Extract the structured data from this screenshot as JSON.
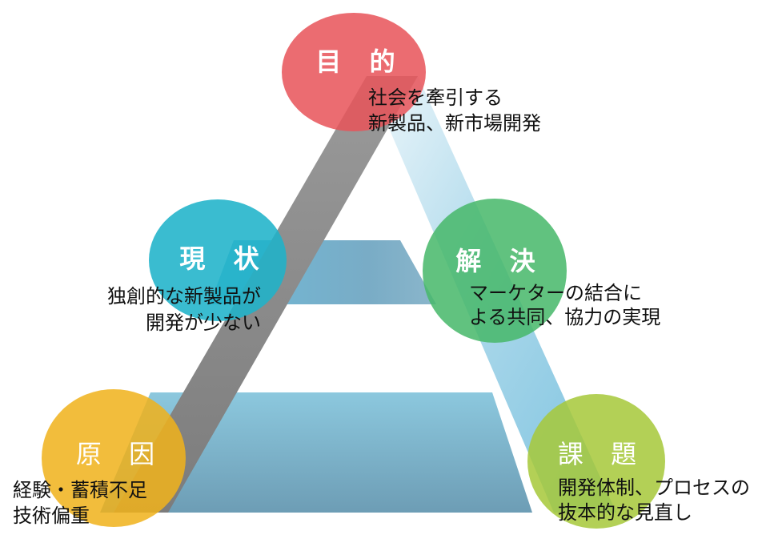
{
  "nodes": {
    "purpose": {
      "title": "目 的",
      "lines": [
        "社会を牽引する",
        "新製品、新市場開発"
      ],
      "color": "#e8545a"
    },
    "current_state": {
      "title": "現 状",
      "lines": [
        "独創的な新製品が",
        "開発が少ない"
      ],
      "color": "#1fb3c9"
    },
    "solution": {
      "title": "解 決",
      "lines": [
        "マーケターの結合に",
        "よる共同、協力の実現"
      ],
      "color": "#47b86a"
    },
    "cause": {
      "title": "原 因",
      "lines": [
        "経験・蓄積不足",
        "技術偏重"
      ],
      "color": "#f0b21c"
    },
    "issue": {
      "title": "課 題",
      "lines": [
        "開発体制、プロセスの",
        "抜本的な見直し"
      ],
      "color": "#a6c83a"
    }
  }
}
